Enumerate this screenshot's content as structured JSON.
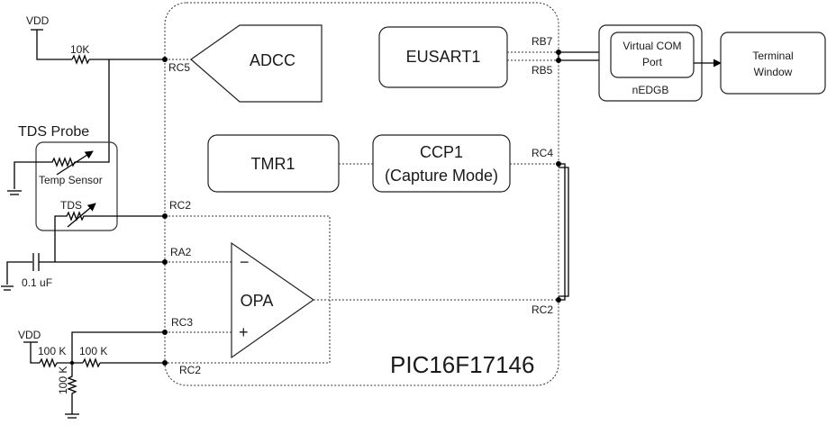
{
  "chip": {
    "name": "PIC16F17146"
  },
  "blocks": {
    "adcc": "ADCC",
    "eusart": "EUSART1",
    "tmr": "TMR1",
    "ccp_line1": "CCP1",
    "ccp_line2": "(Capture Mode)",
    "opa": "OPA",
    "opa_minus": "−",
    "opa_plus": "+"
  },
  "pins": {
    "rc5": "RC5",
    "rb7": "RB7",
    "rb5": "RB5",
    "rc4": "RC4",
    "rc2_top": "RC2",
    "ra2": "RA2",
    "rc2_right": "RC2",
    "rc3": "RC3",
    "rc2_bottom": "RC2"
  },
  "external": {
    "vdd_top": "VDD",
    "r_10k": "10K",
    "probe_title": "TDS Probe",
    "temp_sensor": "Temp Sensor",
    "tds": "TDS",
    "cap": "0.1 uF",
    "vdd_bottom": "VDD",
    "r_100k_1": "100 K",
    "r_100k_2": "100 K",
    "r_100k_3": "100 K",
    "vcom_line1": "Virtual COM",
    "vcom_line2": "Port",
    "nedgb": "nEDGB",
    "terminal_line1": "Terminal",
    "terminal_line2": "Window"
  }
}
